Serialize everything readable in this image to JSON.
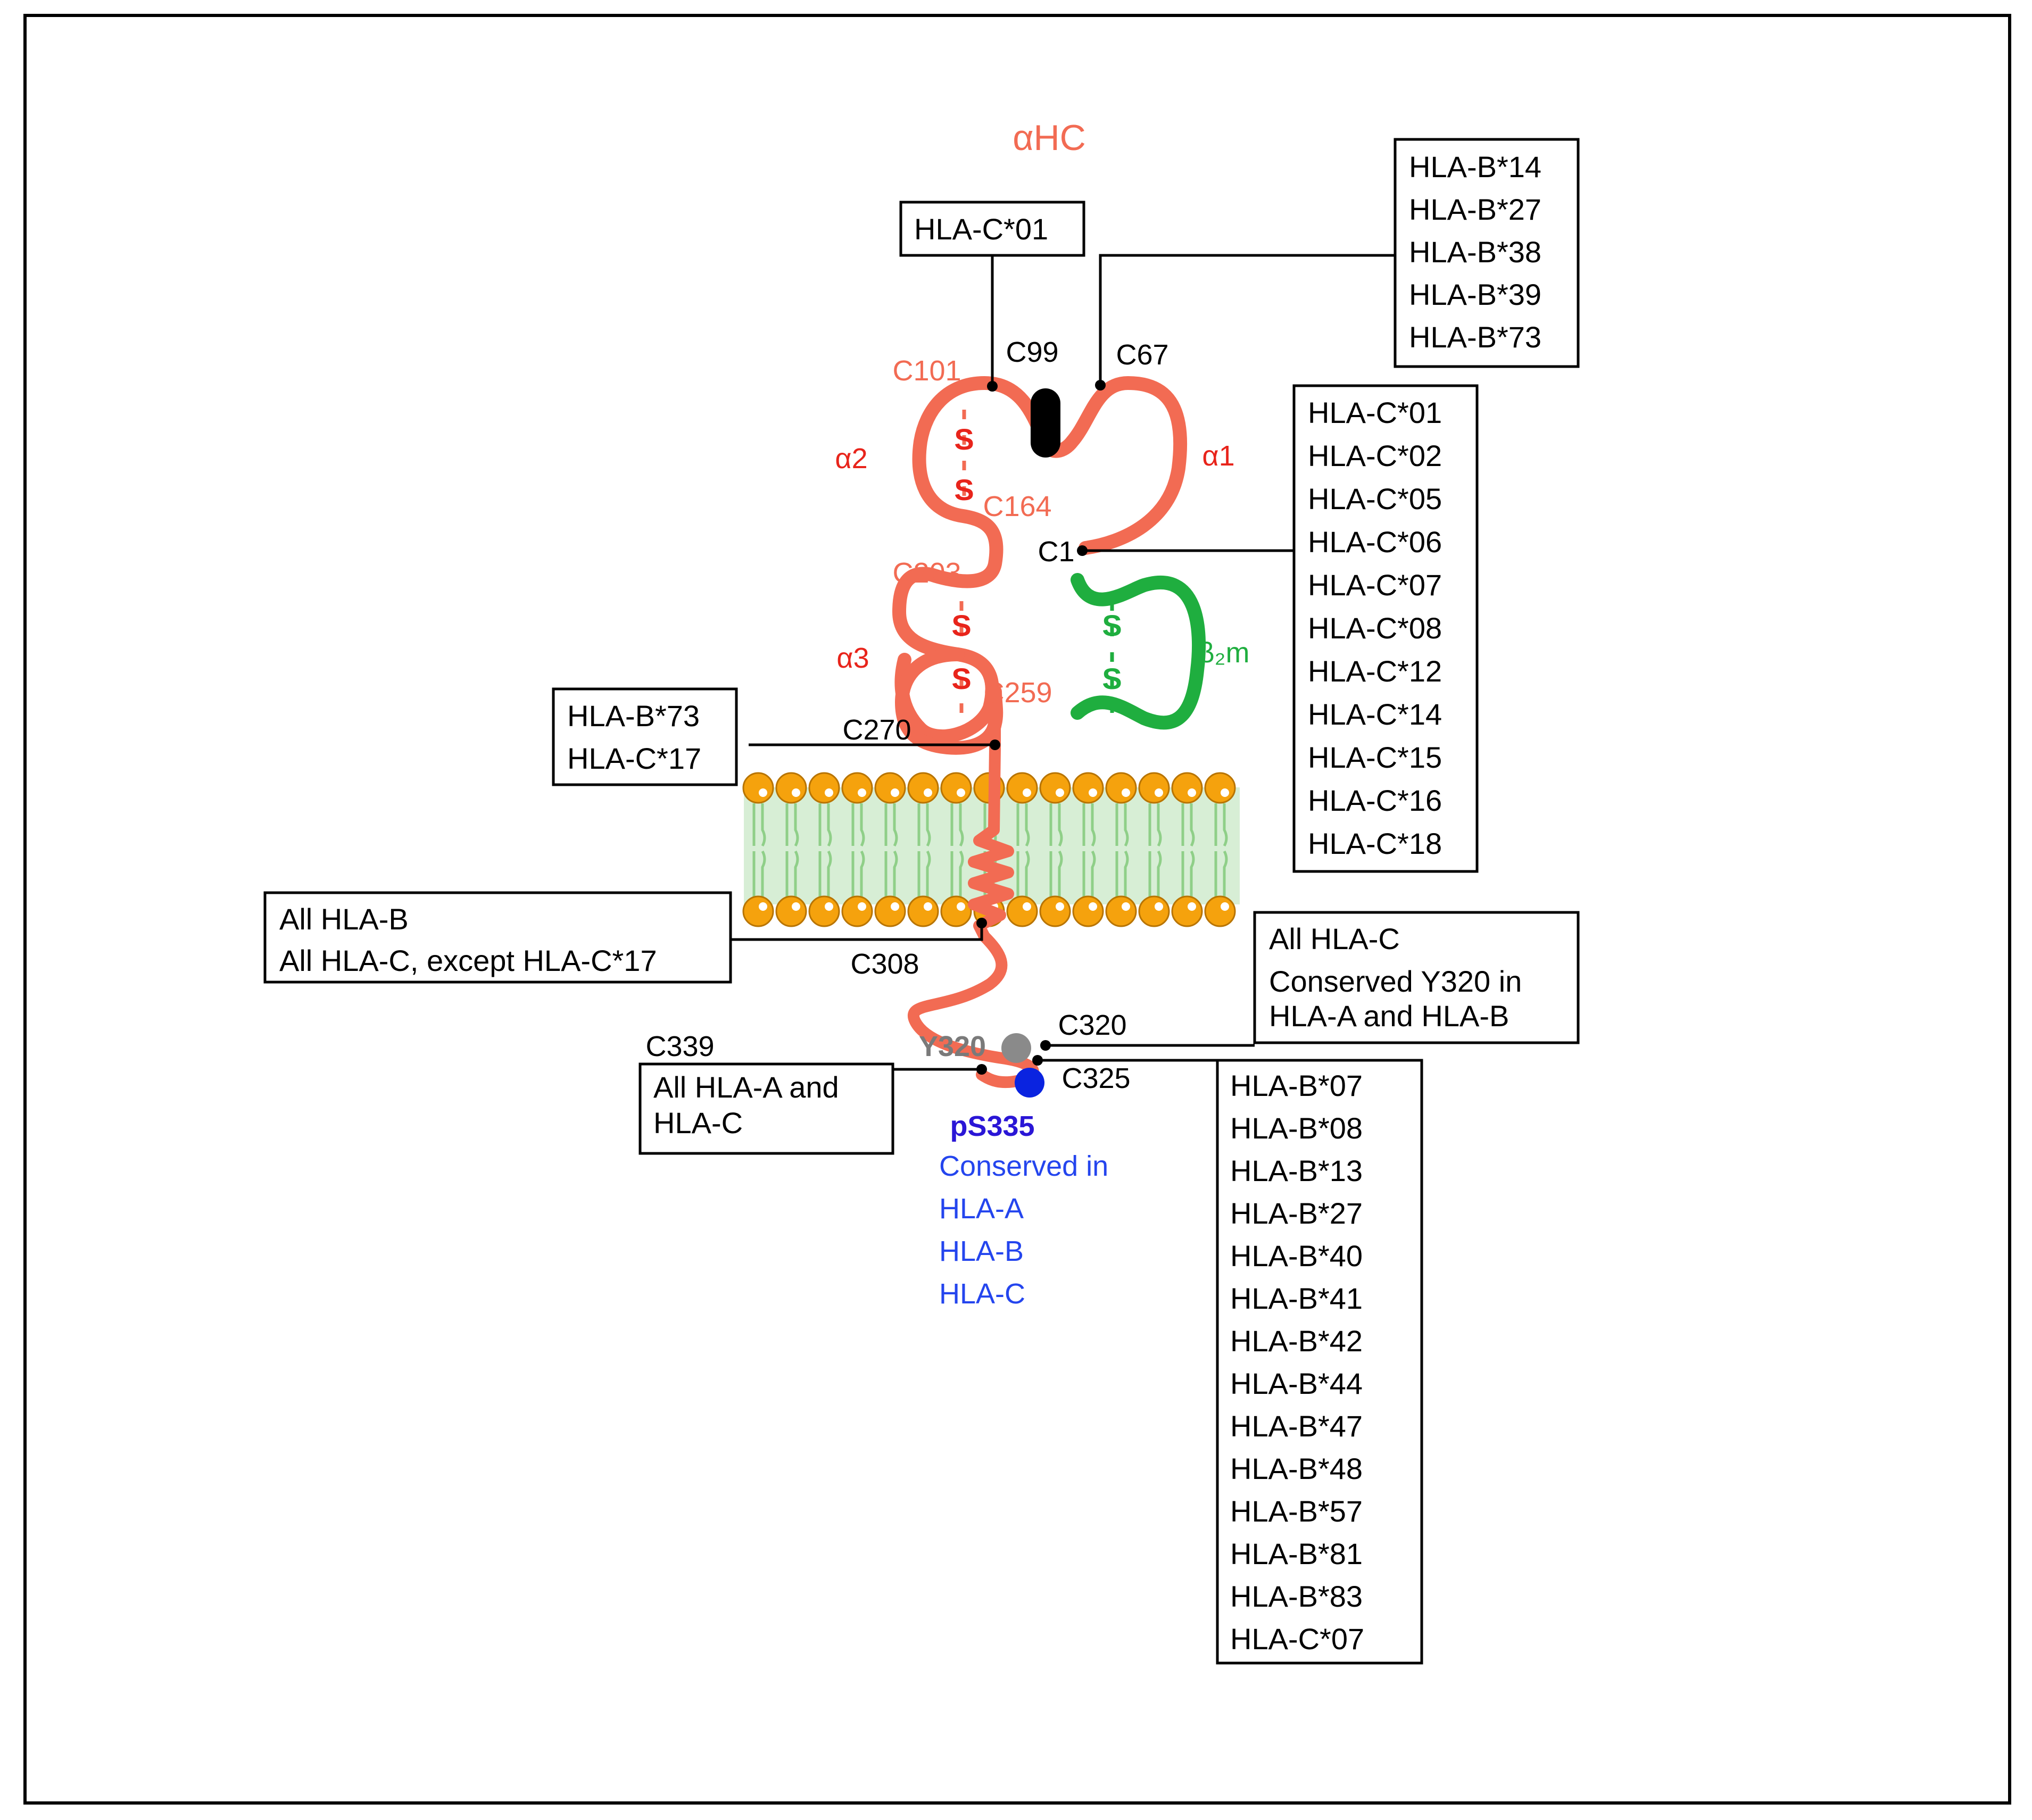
{
  "title": "αHC",
  "domains": {
    "a1": "α1",
    "a2": "α2",
    "a3": "α3",
    "b2m": "β₂m"
  },
  "disulfide": "S",
  "cysteines": {
    "c101": "C101",
    "c99": "C99",
    "c67": "C67",
    "c164": "C164",
    "c1": "C1",
    "c203": "C203",
    "c259": "C259",
    "c270": "C270",
    "c308": "C308",
    "c320": "C320",
    "c325": "C325",
    "c339": "C339"
  },
  "residues": {
    "y320": "Y320",
    "ps335": "pS335"
  },
  "ps335_note": [
    "Conserved in",
    "HLA-A",
    "HLA-B",
    "HLA-C"
  ],
  "boxes": {
    "c99": [
      "HLA-C*01"
    ],
    "c67": [
      "HLA-B*14",
      "HLA-B*27",
      "HLA-B*38",
      "HLA-B*39",
      "HLA-B*73"
    ],
    "c1": [
      "HLA-C*01",
      "HLA-C*02",
      "HLA-C*05",
      "HLA-C*06",
      "HLA-C*07",
      "HLA-C*08",
      "HLA-C*12",
      "HLA-C*14",
      "HLA-C*15",
      "HLA-C*16",
      "HLA-C*18"
    ],
    "c270": [
      "HLA-B*73",
      "HLA-C*17"
    ],
    "c308": [
      "All HLA-B",
      "All HLA-C, except HLA-C*17"
    ],
    "c320": [
      "All HLA-C",
      "Conserved Y320 in",
      "HLA-A and HLA-B"
    ],
    "c339": [
      "All HLA-A and",
      "HLA-C"
    ],
    "c325": [
      "HLA-B*07",
      "HLA-B*08",
      "HLA-B*13",
      "HLA-B*27",
      "HLA-B*40",
      "HLA-B*41",
      "HLA-B*42",
      "HLA-B*44",
      "HLA-B*47",
      "HLA-B*48",
      "HLA-B*57",
      "HLA-B*81",
      "HLA-B*83",
      "HLA-C*07"
    ]
  },
  "colors": {
    "chain": "#f26b53",
    "domain_label": "#e8241b",
    "b2m": "#1fae3f",
    "lipid_head": "#f5a20d",
    "membrane": "#d3ecd0",
    "y320": "#8a8a8a",
    "ps335": "#0a23e0",
    "note": "#2445ee"
  }
}
